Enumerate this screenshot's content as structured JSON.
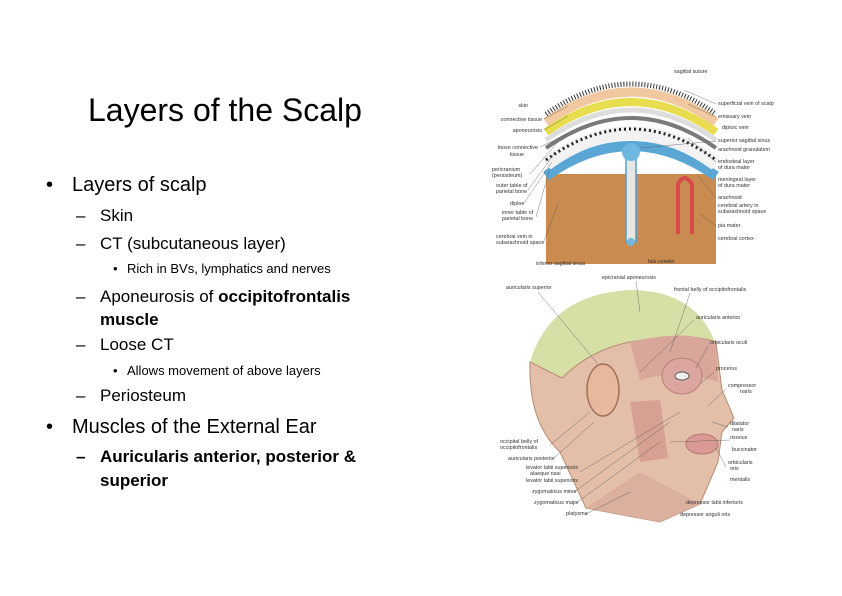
{
  "slide": {
    "title": "Layers of the Scalp",
    "bullets": {
      "layers": "Layers of scalp",
      "skin": "Skin",
      "ct": "CT (subcutaneous layer)",
      "ct_note": "Rich in BVs, lymphatics and nerves",
      "apo_pre": "Aponeurosis of ",
      "apo_bold": "occipitofrontalis",
      "apo_line2": "muscle",
      "loose": "Loose CT",
      "loose_note": "Allows movement of above layers",
      "periosteum": "Periosteum",
      "muscles": "Muscles of the External Ear",
      "auricularis_l1": "Auricularis anterior, posterior &",
      "auricularis_l2": "superior"
    }
  },
  "figure_top": {
    "labels_left": [
      "skin",
      "connective tissue",
      "aponeurosis",
      "loose connective",
      "tissue",
      "pericranium",
      "(periosteum)",
      "outer table of",
      "parietal bone",
      "diploe",
      "inner table of",
      "parietal bone",
      "cerebral vein in",
      "subarachnoid space"
    ],
    "labels_right": [
      "sagittal suture",
      "superficial vein of scalp",
      "emissary vein",
      "diploic vein",
      "superior sagittal sinus",
      "arachnoid granulation",
      "endosteal layer",
      "of dura mater",
      "meningeal layer",
      "of dura mater",
      "arachnoid",
      "cerebral artery in",
      "subarachnoid space",
      "pia mater",
      "cerebral cortex"
    ],
    "labels_bottom": [
      "inferior sagittal sinus",
      "falx cerebri"
    ]
  },
  "figure_bottom": {
    "labels_left": [
      "auricularis superior",
      "occipital belly of",
      "occipitofrontalis",
      "auricularis posterior",
      "levator labii superioris",
      "alaeque nasi",
      "levator labii superioris",
      "zygomaticus minor",
      "zygomaticus major",
      "platysma"
    ],
    "labels_right": [
      "epicranial aponeurosis",
      "frontal belly of occipitofrontalis",
      "auricularis anterior",
      "orbicularis oculi",
      "procerus",
      "compressor",
      "naris",
      "dilatator",
      "naris",
      "risorius",
      "buccinator",
      "orbicularis",
      "oris",
      "mentalis",
      "depressor labii inferioris",
      "depressor anguli oris"
    ]
  }
}
